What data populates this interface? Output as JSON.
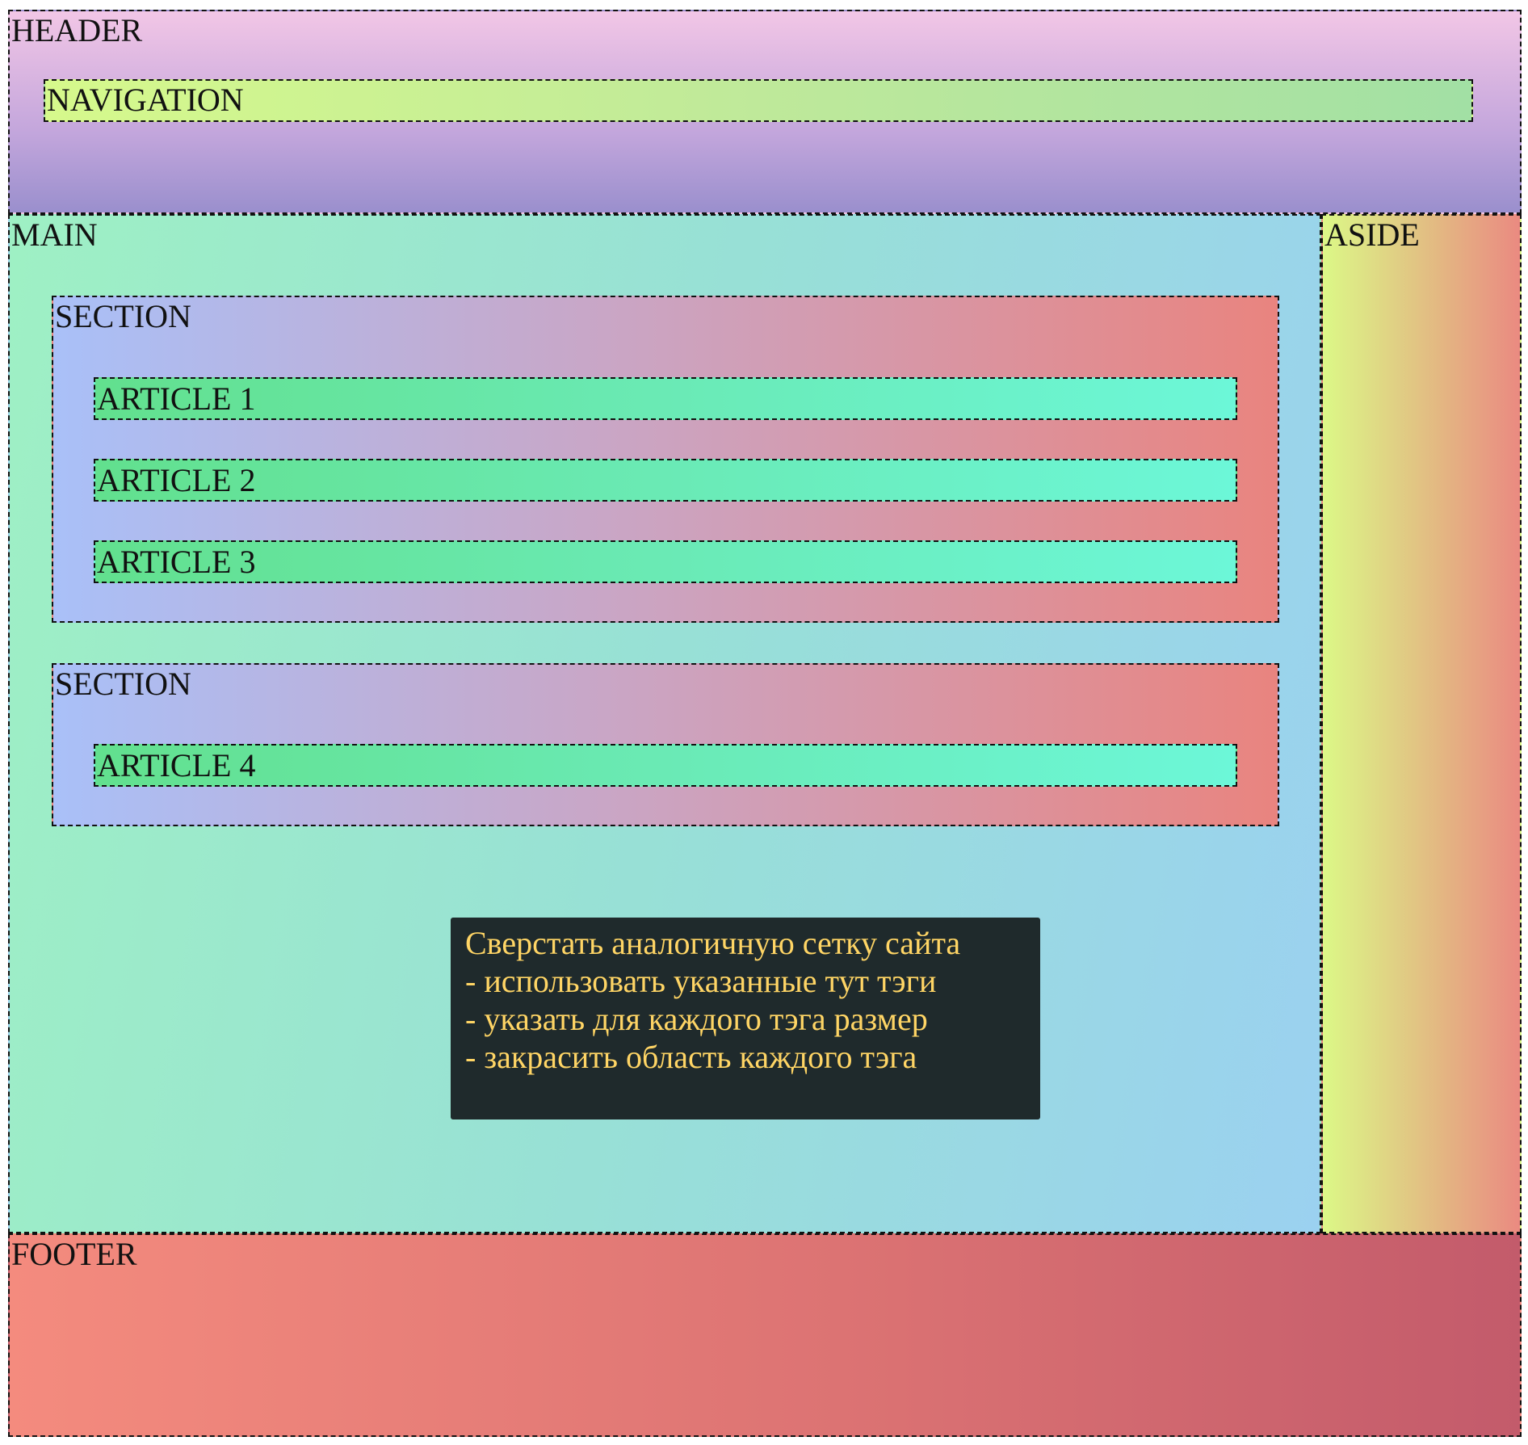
{
  "header": {
    "label": "HEADER"
  },
  "navigation": {
    "label": "NAVIGATION"
  },
  "main": {
    "label": "MAIN",
    "sections": [
      {
        "label": "SECTION",
        "articles": [
          "ARTICLE 1",
          "ARTICLE 2",
          "ARTICLE 3"
        ]
      },
      {
        "label": "SECTION",
        "articles": [
          "ARTICLE 4"
        ]
      }
    ],
    "note": {
      "lines": [
        "Сверстать аналогичную сетку сайта",
        "- использовать указанные тут тэги",
        "- указать для каждого тэга размер",
        "- закрасить область каждого тэга"
      ]
    }
  },
  "aside": {
    "label": "ASIDE"
  },
  "footer": {
    "label": "FOOTER"
  },
  "colors": {
    "note_background": "#1f2a2c",
    "note_text": "#ffd565",
    "border": "#111111"
  }
}
